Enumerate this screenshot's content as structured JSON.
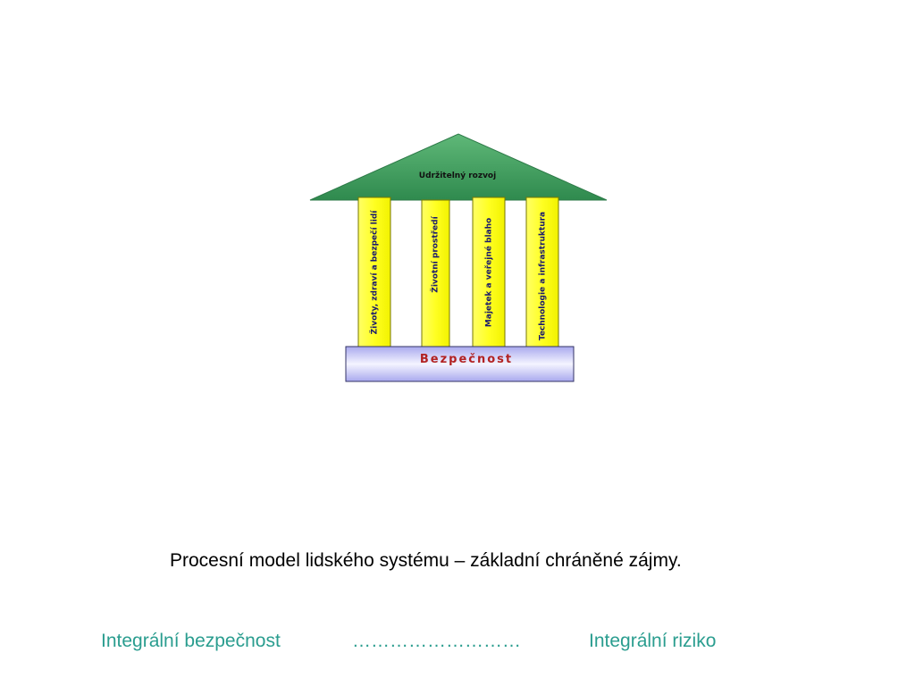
{
  "diagram": {
    "roof_label": "Udržitelný rozvoj",
    "base_label": "Bezpečnost",
    "pillars": [
      {
        "label": "Životy, zdraví a bezpečí lidí"
      },
      {
        "label": "Životní prostředí"
      },
      {
        "label": "Majetek a veřejné blaho"
      },
      {
        "label": "Technologie a infrastruktura"
      }
    ]
  },
  "caption": "Procesní model lidského systému – základní chráněné zájmy.",
  "footer": {
    "left": "Integrální bezpečnost",
    "dots": "………………………",
    "right": "Integrální riziko"
  },
  "colors": {
    "roof": "#3f9a5e",
    "pillar": "#ffff33",
    "base": "#c8c8f0",
    "footer_text": "#2a9d8f"
  }
}
